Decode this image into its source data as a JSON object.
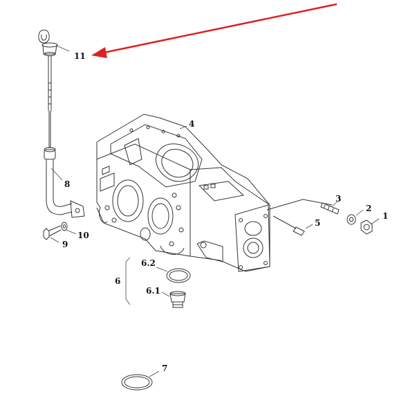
{
  "callouts": {
    "c1": "1",
    "c2": "2",
    "c3": "3",
    "c4": "4",
    "c5": "5",
    "c6": "6",
    "c6_1": "6.1",
    "c6_2": "6.2",
    "c7": "7",
    "c8": "8",
    "c9": "9",
    "c10": "10",
    "c11": "11"
  },
  "colors": {
    "arrow": "#e02020",
    "line": "#333333"
  }
}
